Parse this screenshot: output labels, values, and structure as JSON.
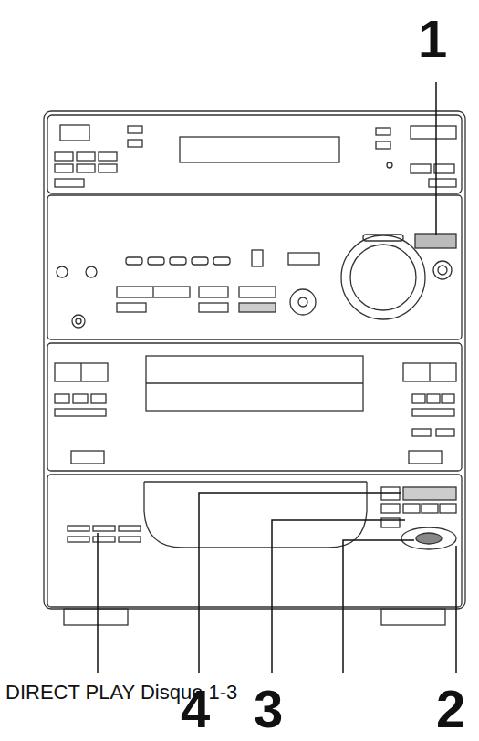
{
  "diagram": {
    "labels": [
      "1",
      "DIRECT PLAY Disque 1-3",
      "4",
      "3",
      "2"
    ]
  }
}
